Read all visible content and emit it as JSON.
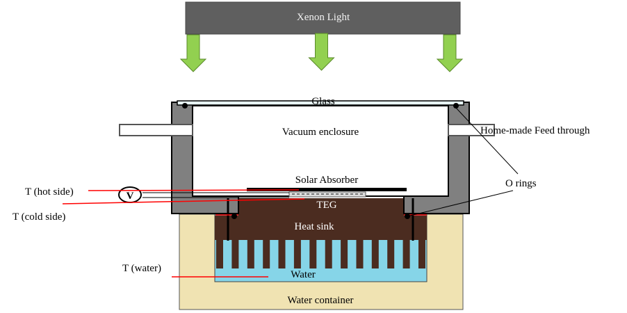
{
  "title": "Solar thermoelectric generator experimental setup",
  "labels": {
    "light_source": "Xenon Light",
    "glass": "Glass",
    "vacuum": "Vacuum enclosure",
    "feedthrough": "Home-made Feed through",
    "absorber": "Solar Absorber",
    "o_rings": "O rings",
    "teg": "TEG",
    "heat_sink": "Heat sink",
    "water": "Water",
    "water_container": "Water container",
    "t_hot": "T (hot side)",
    "t_cold": "T (cold side)",
    "t_water": "T (water)",
    "voltmeter": "V"
  },
  "colors": {
    "light_box": "#5f5f5f",
    "arrow": "#92d050",
    "enclosure": "#808080",
    "heat_sink": "#4b2c20",
    "water": "#86d5e8",
    "container": "#f0e3b2",
    "thermocouple": "#ff0000"
  },
  "components": {
    "light_arrows": 3,
    "heat_sink_fins": 14
  }
}
